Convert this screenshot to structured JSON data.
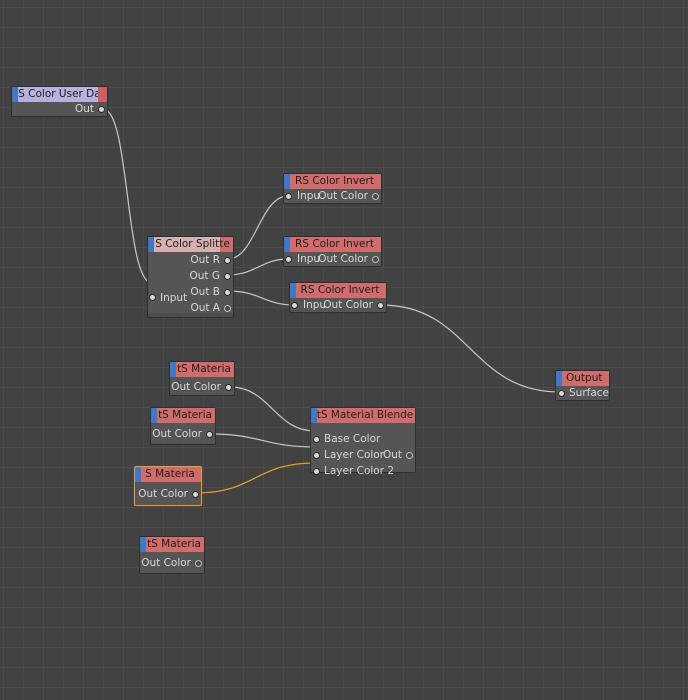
{
  "colors": {
    "background": "#424242",
    "grid": "#4b4b4b",
    "node_body": "#555555",
    "header_red": "#d16c6c",
    "header_user_data": "#b7b1dd",
    "accent_blue": "#3f78c4",
    "wire": "#c8c8c8",
    "selected_wire": "#e8a033"
  },
  "nodes": {
    "user_data": {
      "title": "S Color User Dat",
      "out": "Out"
    },
    "splitter": {
      "title": "S Color Splitte",
      "input": "Input",
      "out_r": "Out R",
      "out_g": "Out G",
      "out_b": "Out B",
      "out_a": "Out A"
    },
    "invert1": {
      "title": "RS Color Invert",
      "input": "Inpu",
      "out": "Out Color"
    },
    "invert2": {
      "title": "RS Color Invert",
      "input": "Inpu",
      "out": "Out Color"
    },
    "invert3": {
      "title": "RS Color Invert",
      "input": "Inpu",
      "out": "Out Color"
    },
    "output": {
      "title": "Output",
      "surface": "Surface"
    },
    "material1": {
      "title": "tS Materia",
      "out": "Out Color"
    },
    "material2": {
      "title": "tS Materia",
      "out": "Out Color"
    },
    "material3": {
      "title": "S Materia",
      "out": "Out Color"
    },
    "material4": {
      "title": "tS Materia",
      "out": "Out Color"
    },
    "blender": {
      "title": "tS Material Blende",
      "base": "Base Color",
      "layer": "Layer Color",
      "out": "Out",
      "layer2": "Layer Color 2"
    }
  }
}
